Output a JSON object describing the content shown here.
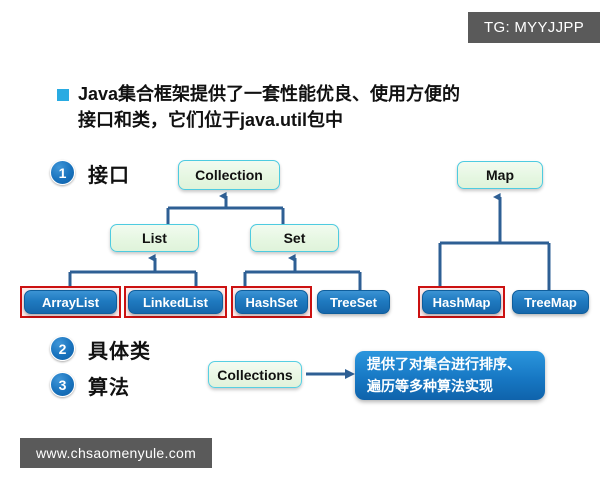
{
  "watermarks": {
    "tg_badge": "TG: MYYJJPP",
    "footer": "www.chsaomenyule.com"
  },
  "heading": {
    "bullet_icon": "square-bullet-icon",
    "line1": "Java集合框架提供了一套性能优良、使用方便的",
    "line2": "接口和类，它们位于java.util包中",
    "bullet_color": "#29abe2"
  },
  "sections": [
    {
      "number": "1",
      "label": "接口"
    },
    {
      "number": "2",
      "label": "具体类"
    },
    {
      "number": "3",
      "label": "算法"
    }
  ],
  "diagram": {
    "interfaces": [
      {
        "id": "collection",
        "label": "Collection"
      },
      {
        "id": "list",
        "label": "List"
      },
      {
        "id": "set",
        "label": "Set"
      },
      {
        "id": "map",
        "label": "Map"
      }
    ],
    "classes": [
      {
        "id": "arraylist",
        "label": "ArrayList",
        "highlighted": true
      },
      {
        "id": "linkedlist",
        "label": "LinkedList",
        "highlighted": true
      },
      {
        "id": "hashset",
        "label": "HashSet",
        "highlighted": true
      },
      {
        "id": "treeset",
        "label": "TreeSet",
        "highlighted": false
      },
      {
        "id": "hashmap",
        "label": "HashMap",
        "highlighted": true
      },
      {
        "id": "treemap",
        "label": "TreeMap",
        "highlighted": false
      }
    ],
    "edges": [
      {
        "from": "list",
        "to": "collection"
      },
      {
        "from": "set",
        "to": "collection"
      },
      {
        "from": "arraylist",
        "to": "list"
      },
      {
        "from": "linkedlist",
        "to": "list"
      },
      {
        "from": "hashset",
        "to": "set"
      },
      {
        "from": "treeset",
        "to": "set"
      },
      {
        "from": "hashmap",
        "to": "map"
      },
      {
        "from": "treemap",
        "to": "map"
      }
    ],
    "colors": {
      "interface_fill": "#e6f7e2",
      "interface_border": "#4ecbe0",
      "class_fill": "#1f7ac0",
      "highlight_border": "#cc1111",
      "connector": "#2e5f94"
    }
  },
  "algorithm": {
    "collections_label": "Collections",
    "callout_line1": "提供了对集合进行排序、",
    "callout_line2": "遍历等多种算法实现",
    "arrow_icon": "arrow-right-icon"
  }
}
